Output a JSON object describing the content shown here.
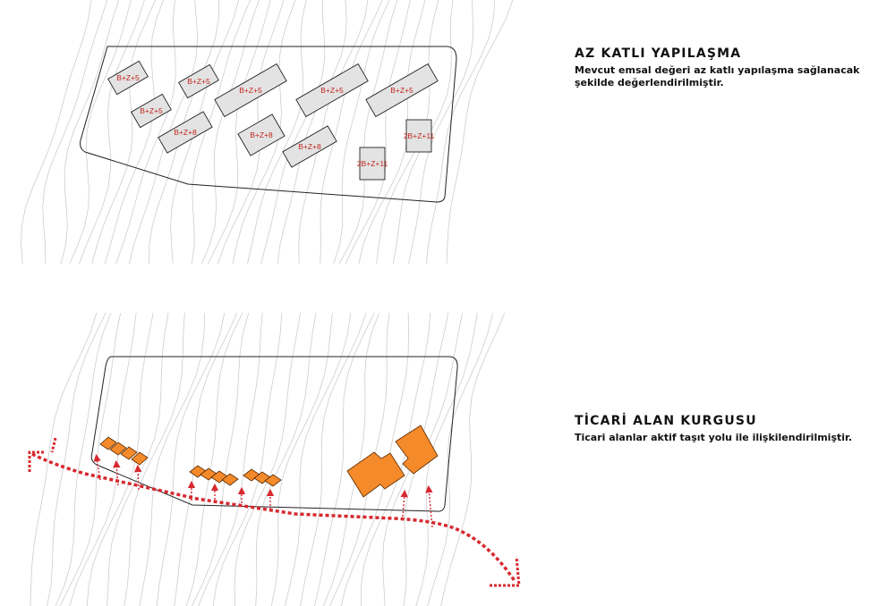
{
  "sections": {
    "low_rise": {
      "title": "AZ KATLI YAPILAŞMA",
      "description_line1": "Mevcut emsal değeri az katlı yapılaşma sağlanacak",
      "description_line2": "şekilde değerlendirilmiştir."
    },
    "commercial": {
      "title": "TİCARİ ALAN KURGUSU",
      "description": "Ticari alanlar aktif taşıt yolu ile ilişkilendirilmiştir."
    }
  },
  "buildings": [
    {
      "label": "B+Z+5"
    },
    {
      "label": "B+Z+5"
    },
    {
      "label": "B+Z+5"
    },
    {
      "label": "B+Z+5"
    },
    {
      "label": "B+Z+5"
    },
    {
      "label": "B+Z+5"
    },
    {
      "label": "B+Z+8"
    },
    {
      "label": "B+Z+8"
    },
    {
      "label": "B+Z+8"
    },
    {
      "label": "2B+Z+11"
    },
    {
      "label": "2B+Z+11"
    }
  ],
  "colors": {
    "building_fill": "#e3e3e3",
    "commercial_fill": "#f58a2a",
    "road_arrow": "#d7282f",
    "label_text": "#c0261f",
    "contour": "#c9c9c9"
  }
}
